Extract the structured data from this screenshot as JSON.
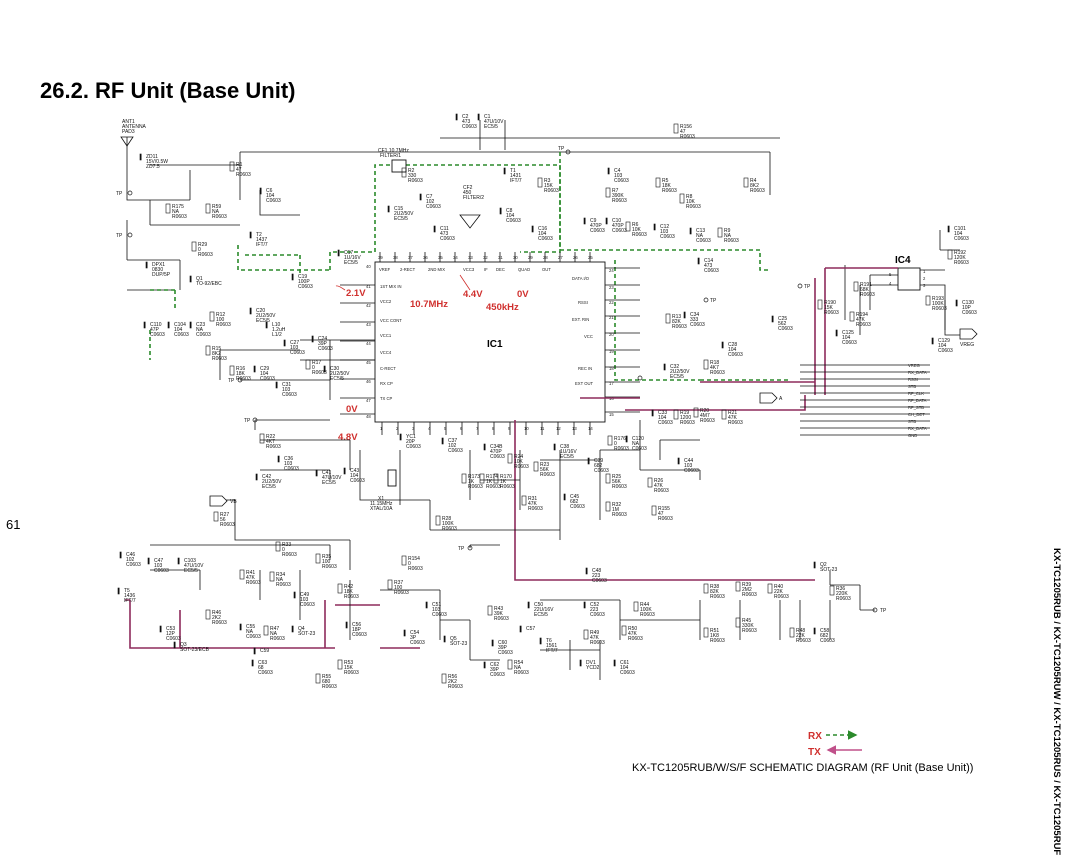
{
  "page": {
    "title": "26.2.   RF Unit (Base Unit)",
    "page_number": "61",
    "model_vertical": "KX-TC1205RUB / KX-TC1205RUW / KX-TC1205RUS / KX-TC1205RUF",
    "caption": "KX-TC1205RUB/W/S/F  SCHEMATIC DIAGRAM (RF Unit (Base Unit))"
  },
  "legend": {
    "rx": "RX",
    "tx": "TX"
  },
  "colors": {
    "rx_path": "#2b8a2b",
    "tx_path": "#8e2b5c",
    "annotation": "#d0302e"
  },
  "ic1": {
    "name": "IC1",
    "pins_top": [
      "39",
      "38",
      "37",
      "36",
      "35",
      "34",
      "33",
      "32",
      "31",
      "30",
      "29",
      "28",
      "27",
      "26",
      "25"
    ],
    "pins_left": [
      "40",
      "41",
      "42",
      "43",
      "44",
      "45",
      "46",
      "47",
      "48"
    ],
    "pins_right": [
      "24",
      "23",
      "22",
      "21",
      "20",
      "19",
      "18",
      "17",
      "16",
      "15"
    ],
    "pins_bottom": [
      "1",
      "2",
      "3",
      "4",
      "5",
      "6",
      "7",
      "8",
      "9",
      "10",
      "11",
      "12",
      "13",
      "14"
    ],
    "sig_left": [
      "1ST MIX IN",
      "VCC2",
      "VCC CONT",
      "VCC1",
      "VCC4",
      "C-RECT",
      "RX CP",
      "TX CP"
    ],
    "sig_top": [
      "VREF",
      "2-RECT",
      "2ND MIX",
      "VCC3",
      "IF",
      "DEC",
      "QUAD",
      "OUT"
    ],
    "sig_right": [
      "DATA I/O",
      "RSSI",
      "EXT. RIN",
      "VCC",
      "REC IN",
      "EXT OUT"
    ]
  },
  "ic4": {
    "name": "IC4",
    "pins_left": [
      "5",
      "4"
    ],
    "pins_right": [
      "1",
      "2",
      "3"
    ]
  },
  "annotations": {
    "v1": "2.1V",
    "v2": "4.4V",
    "v3": "0V",
    "v4": "0V",
    "v5": "4.8V",
    "f1": "10.7MHz",
    "f2": "450kHz"
  },
  "labels": {
    "antenna": [
      "ANT1",
      "ANTENNA",
      "PAD3"
    ],
    "vb": "VB",
    "vreg": "VREG",
    "xtal": [
      "X1",
      "11.15MHz",
      "XTAL/10A"
    ],
    "filter1": [
      "CF1 10.7MHz",
      "FILTER/1"
    ],
    "filter2": [
      "CF2",
      "450",
      "FILTER/2"
    ],
    "tp": "TP",
    "a": "A"
  },
  "bus_labels": [
    "VREG",
    "RX_DATA",
    "RSSI",
    "STB",
    "RF_CLK",
    "RF_DATA",
    "RF_STB",
    "CH_DET",
    "STB",
    "RX_DATA",
    "GND"
  ],
  "components": [
    {
      "ref": "C2",
      "val": "473",
      "pkg": "C0603"
    },
    {
      "ref": "C1",
      "val": "47U/10V",
      "pkg": "EC5/5"
    },
    {
      "ref": "R156",
      "val": "47",
      "pkg": "R0603"
    },
    {
      "ref": "ZD11",
      "val": "15V/0.5W",
      "pkg": "ZD7.5"
    },
    {
      "ref": "R1",
      "val": "47",
      "pkg": "R0603"
    },
    {
      "ref": "R2",
      "val": "330",
      "pkg": "R0603"
    },
    {
      "ref": "T1",
      "val": "1431",
      "pkg": "IFT/7"
    },
    {
      "ref": "R3",
      "val": "15K",
      "pkg": "R0603"
    },
    {
      "ref": "C4",
      "val": "103",
      "pkg": "C0603"
    },
    {
      "ref": "R5",
      "val": "18K",
      "pkg": "R0603"
    },
    {
      "ref": "R4",
      "val": "8K2",
      "pkg": "R0603"
    },
    {
      "ref": "R7",
      "val": "390K",
      "pkg": "R0603"
    },
    {
      "ref": "R8",
      "val": "10K",
      "pkg": "R0603"
    },
    {
      "ref": "C6",
      "val": "104",
      "pkg": "C0603"
    },
    {
      "ref": "R175",
      "val": "NA",
      "pkg": "R0603"
    },
    {
      "ref": "C7",
      "val": "102",
      "pkg": "C0603"
    },
    {
      "ref": "C15",
      "val": "2U2/50V",
      "pkg": "EC5/5"
    },
    {
      "ref": "C8",
      "val": "104",
      "pkg": "C0603"
    },
    {
      "ref": "C11",
      "val": "473",
      "pkg": "C0603"
    },
    {
      "ref": "C9",
      "val": "470P",
      "pkg": "C0603"
    },
    {
      "ref": "C10",
      "val": "470P",
      "pkg": "C0603"
    },
    {
      "ref": "R6",
      "val": "10K",
      "pkg": "R0603"
    },
    {
      "ref": "C12",
      "val": "103",
      "pkg": "C0603"
    },
    {
      "ref": "C13",
      "val": "NA",
      "pkg": "C0603"
    },
    {
      "ref": "R9",
      "val": "NA",
      "pkg": "R0603"
    },
    {
      "ref": "R59",
      "val": "NA",
      "pkg": "R0603"
    },
    {
      "ref": "T2",
      "val": "1437",
      "pkg": "IFT/7"
    },
    {
      "ref": "C16",
      "val": "104",
      "pkg": "C0603"
    },
    {
      "ref": "C17",
      "val": "1U/16V",
      "pkg": "EC5/5"
    },
    {
      "ref": "R29",
      "val": "0",
      "pkg": "R0603"
    },
    {
      "ref": "C14",
      "val": "473",
      "pkg": "C0603"
    },
    {
      "ref": "Q1",
      "val": "",
      "pkg": "TO-92/EBC"
    },
    {
      "ref": "DPX1",
      "val": "0830",
      "pkg": "DUP/5P"
    },
    {
      "ref": "C19",
      "val": "100P",
      "pkg": "C0603"
    },
    {
      "ref": "C101",
      "val": "104",
      "pkg": "C0603"
    },
    {
      "ref": "R192",
      "val": "120K",
      "pkg": "R0603"
    },
    {
      "ref": "R191",
      "val": "68K",
      "pkg": "R0603"
    },
    {
      "ref": "R190",
      "val": "15K",
      "pkg": "R0603"
    },
    {
      "ref": "R193",
      "val": "100K",
      "pkg": "R0603"
    },
    {
      "ref": "C130",
      "val": "10P",
      "pkg": "C0603"
    },
    {
      "ref": "R194",
      "val": "47K",
      "pkg": "R0603"
    },
    {
      "ref": "R12",
      "val": "100",
      "pkg": "R0603"
    },
    {
      "ref": "C20",
      "val": "2U2/50V",
      "pkg": "EC5/5"
    },
    {
      "ref": "L10",
      "val": "1.2uH",
      "pkg": "L1/2"
    },
    {
      "ref": "C23",
      "val": "NA",
      "pkg": "C0603"
    },
    {
      "ref": "C104",
      "val": "104",
      "pkg": "C0603"
    },
    {
      "ref": "C110",
      "val": "47P",
      "pkg": "C0603"
    },
    {
      "ref": "R15",
      "val": "8K2",
      "pkg": "R0603"
    },
    {
      "ref": "C27",
      "val": "103",
      "pkg": "C0603"
    },
    {
      "ref": "C24",
      "val": "39P",
      "pkg": "C0603"
    },
    {
      "ref": "R13",
      "val": "82K",
      "pkg": "R0603"
    },
    {
      "ref": "C34",
      "val": "333",
      "pkg": "C0603"
    },
    {
      "ref": "C25",
      "val": "562",
      "pkg": "C0603"
    },
    {
      "ref": "C28",
      "val": "104",
      "pkg": "C0603"
    },
    {
      "ref": "C125",
      "val": "104",
      "pkg": "C0603"
    },
    {
      "ref": "C129",
      "val": "104",
      "pkg": "C0603"
    },
    {
      "ref": "R16",
      "val": "18K",
      "pkg": "R0603"
    },
    {
      "ref": "C29",
      "val": "104",
      "pkg": "C0603"
    },
    {
      "ref": "R17",
      "val": "0",
      "pkg": "R0603"
    },
    {
      "ref": "C30",
      "val": "2U2/50V",
      "pkg": "EC5/5"
    },
    {
      "ref": "C31",
      "val": "103",
      "pkg": "C0603"
    },
    {
      "ref": "C32",
      "val": "2U2/50V",
      "pkg": "EC5/5"
    },
    {
      "ref": "R18",
      "val": "4K7",
      "pkg": "R0603"
    },
    {
      "ref": "C33",
      "val": "104",
      "pkg": "C0603"
    },
    {
      "ref": "R19",
      "val": "1200",
      "pkg": "R0603"
    },
    {
      "ref": "R20",
      "val": "4M7",
      "pkg": "R0603"
    },
    {
      "ref": "R21",
      "val": "47K",
      "pkg": "R0603"
    },
    {
      "ref": "R22",
      "val": "4K7",
      "pkg": "R0603"
    },
    {
      "ref": "C36",
      "val": "103",
      "pkg": "C0603"
    },
    {
      "ref": "C42",
      "val": "2U2/50V",
      "pkg": "EC5/5"
    },
    {
      "ref": "C41",
      "val": "47U/10V",
      "pkg": "EC5/5"
    },
    {
      "ref": "C43",
      "val": "104",
      "pkg": "C0603"
    },
    {
      "ref": "YC1",
      "val": "20P",
      "pkg": "C0603"
    },
    {
      "ref": "C37",
      "val": "102",
      "pkg": "C0603"
    },
    {
      "ref": "C34B",
      "val": "470P",
      "pkg": "C0603"
    },
    {
      "ref": "R24",
      "val": "10K",
      "pkg": "R0603"
    },
    {
      "ref": "R23",
      "val": "56K",
      "pkg": "R0603"
    },
    {
      "ref": "C38",
      "val": "1U/16V",
      "pkg": "EC5/5"
    },
    {
      "ref": "C39",
      "val": "682",
      "pkg": "C0603"
    },
    {
      "ref": "R176",
      "val": "0",
      "pkg": "R0603"
    },
    {
      "ref": "C120",
      "val": "NA",
      "pkg": "C0603"
    },
    {
      "ref": "C44",
      "val": "103",
      "pkg": "C0603"
    },
    {
      "ref": "R25",
      "val": "56K",
      "pkg": "R0603"
    },
    {
      "ref": "R26",
      "val": "47K",
      "pkg": "R0603"
    },
    {
      "ref": "R27",
      "val": "56",
      "pkg": "R0603"
    },
    {
      "ref": "R31",
      "val": "47K",
      "pkg": "R0603"
    },
    {
      "ref": "C45",
      "val": "682",
      "pkg": "C0603"
    },
    {
      "ref": "R32",
      "val": "1M",
      "pkg": "R0603"
    },
    {
      "ref": "R155",
      "val": "47",
      "pkg": "R0603"
    },
    {
      "ref": "R28",
      "val": "100K",
      "pkg": "R0603"
    },
    {
      "ref": "R33",
      "val": "0",
      "pkg": "R0603"
    },
    {
      "ref": "R35",
      "val": "100",
      "pkg": "R0603"
    },
    {
      "ref": "C46",
      "val": "102",
      "pkg": "C0603"
    },
    {
      "ref": "C47",
      "val": "103",
      "pkg": "C0603"
    },
    {
      "ref": "C103",
      "val": "47U/10V",
      "pkg": "EC5/5"
    },
    {
      "ref": "R41",
      "val": "47K",
      "pkg": "R0603"
    },
    {
      "ref": "R34",
      "val": "NA",
      "pkg": "R0603"
    },
    {
      "ref": "R42",
      "val": "18K",
      "pkg": "R0603"
    },
    {
      "ref": "R37",
      "val": "100",
      "pkg": "R0603"
    },
    {
      "ref": "R154",
      "val": "0",
      "pkg": "R0603"
    },
    {
      "ref": "C48",
      "val": "223",
      "pkg": "C0603"
    },
    {
      "ref": "R38",
      "val": "82K",
      "pkg": "R0603"
    },
    {
      "ref": "R39",
      "val": "2M2",
      "pkg": "R0603"
    },
    {
      "ref": "R40",
      "val": "22K",
      "pkg": "R0603"
    },
    {
      "ref": "R36",
      "val": "220K",
      "pkg": "R0603"
    },
    {
      "ref": "Q2",
      "val": "",
      "pkg": "SOT-23"
    },
    {
      "ref": "T5",
      "val": "1436",
      "pkg": "IFT/7"
    },
    {
      "ref": "R46",
      "val": "2K2",
      "pkg": "R0603"
    },
    {
      "ref": "C49",
      "val": "103",
      "pkg": "C0603"
    },
    {
      "ref": "C55",
      "val": "NA",
      "pkg": "C0603"
    },
    {
      "ref": "R47",
      "val": "NA",
      "pkg": "R0603"
    },
    {
      "ref": "Q4",
      "val": "",
      "pkg": "SOT-23"
    },
    {
      "ref": "C56",
      "val": "18P",
      "pkg": "C0603"
    },
    {
      "ref": "C51",
      "val": "103",
      "pkg": "C0603"
    },
    {
      "ref": "R43",
      "val": "39K",
      "pkg": "R0603"
    },
    {
      "ref": "C50",
      "val": "22U/16V",
      "pkg": "EC5/5"
    },
    {
      "ref": "C52",
      "val": "223",
      "pkg": "C0603"
    },
    {
      "ref": "R44",
      "val": "100K",
      "pkg": "R0603"
    },
    {
      "ref": "R45",
      "val": "330K",
      "pkg": "R0603"
    },
    {
      "ref": "R48",
      "val": "22K",
      "pkg": "R0603"
    },
    {
      "ref": "C58",
      "val": "682",
      "pkg": "C0603"
    },
    {
      "ref": "C57",
      "val": "",
      "pkg": ""
    },
    {
      "ref": "R50",
      "val": "47K",
      "pkg": "R0603"
    },
    {
      "ref": "R49",
      "val": "47K",
      "pkg": "R0603"
    },
    {
      "ref": "R51",
      "val": "1K8",
      "pkg": "R0603"
    },
    {
      "ref": "C59",
      "val": "",
      "pkg": ""
    },
    {
      "ref": "T6",
      "val": "1561",
      "pkg": "IFT/7"
    },
    {
      "ref": "C54",
      "val": "3P",
      "pkg": "C0603"
    },
    {
      "ref": "Q5",
      "val": "",
      "pkg": "SOT-23"
    },
    {
      "ref": "C60",
      "val": "39P",
      "pkg": "C0603"
    },
    {
      "ref": "R54",
      "val": "NA",
      "pkg": "R0603"
    },
    {
      "ref": "C62",
      "val": "39P",
      "pkg": "C0603"
    },
    {
      "ref": "DV1",
      "val": "",
      "pkg": "YCD2"
    },
    {
      "ref": "C61",
      "val": "104",
      "pkg": "C0603"
    },
    {
      "ref": "R53",
      "val": "15K",
      "pkg": "R0603"
    },
    {
      "ref": "R55",
      "val": "680",
      "pkg": "R0603"
    },
    {
      "ref": "R56",
      "val": "2K2",
      "pkg": "R0603"
    },
    {
      "ref": "C53",
      "val": "12P",
      "pkg": "C0603"
    },
    {
      "ref": "Q3",
      "val": "",
      "pkg": "SOT-23/ECB"
    },
    {
      "ref": "C63",
      "val": "68",
      "pkg": "C0603"
    },
    {
      "ref": "R173",
      "val": "1K",
      "pkg": "R0603"
    },
    {
      "ref": "R174",
      "val": "1K",
      "pkg": "R0603"
    },
    {
      "ref": "R170",
      "val": "1K",
      "pkg": "R0603"
    }
  ]
}
